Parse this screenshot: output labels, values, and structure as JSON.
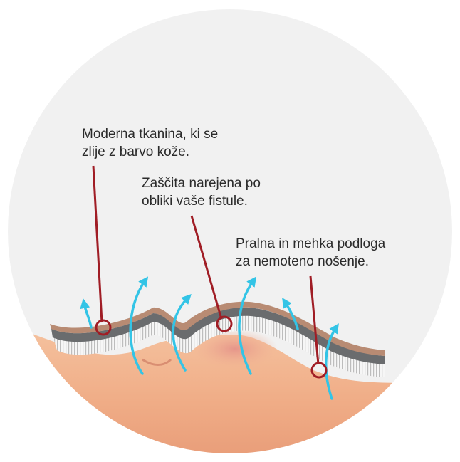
{
  "callouts": [
    {
      "lines": [
        "Moderna tkanina, ki se",
        "zlije z barvo kože."
      ]
    },
    {
      "lines": [
        "Zaščita narejena po",
        "obliki vaše fistule."
      ]
    },
    {
      "lines": [
        "Pralna in mehka podloga",
        "za nemoteno nošenje."
      ]
    }
  ],
  "colors": {
    "circle_background": "#f1f1f1",
    "skin": "#f2b48c",
    "fabric_top": "#b88b73",
    "protection_layer": "#6a6c6e",
    "padding_layer": "#f4f4f4",
    "airflow_arrows": "#33c4e6",
    "leader_lines": "#a01d25"
  },
  "icons": [
    "airflow-arrow-icon",
    "callout-marker-icon"
  ]
}
